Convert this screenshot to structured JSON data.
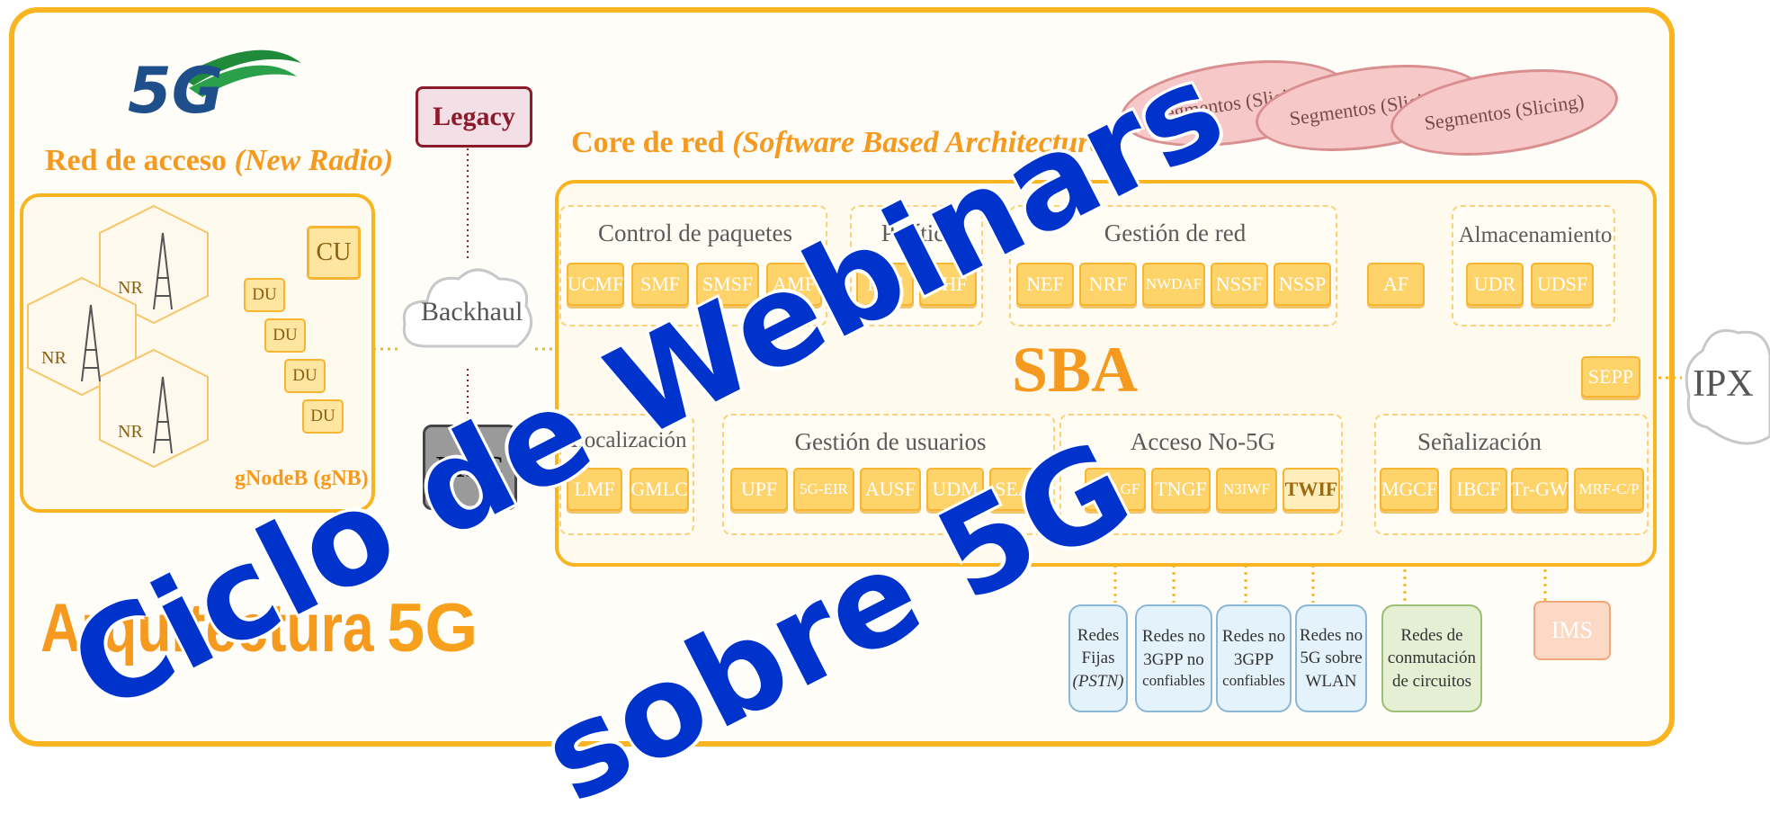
{
  "logo": {
    "text": "5G"
  },
  "access": {
    "title": "Red de acceso",
    "title_italic": "(New Radio)",
    "nr_label": "NR",
    "cu_label": "CU",
    "du_label": "DU",
    "gnodeb_label": "gNodeB (gNB)"
  },
  "legacy": {
    "label": "Legacy"
  },
  "backhaul": {
    "label": "Backhaul"
  },
  "msc": {
    "label": "MSC"
  },
  "core": {
    "title": "Core de red",
    "title_italic": "(Software Based Architecture)",
    "sba_label": "SBA",
    "groups": {
      "control": {
        "title": "Control de paquetes",
        "chips": [
          "UCMF",
          "SMF",
          "SMSF",
          "AMF"
        ]
      },
      "politica": {
        "title": "Política",
        "chips": [
          "PCF",
          "CHF"
        ]
      },
      "gestion_red": {
        "title": "Gestión de red",
        "chips": [
          "NEF",
          "NRF",
          "NWDAF",
          "NSSF",
          "NSSP"
        ]
      },
      "af": {
        "chips": [
          "AF"
        ]
      },
      "almacenamiento": {
        "title": "Almacenamiento",
        "chips": [
          "UDR",
          "UDSF"
        ]
      },
      "localizacion": {
        "title": "Localización",
        "chips": [
          "LMF",
          "GMLC"
        ]
      },
      "usuarios": {
        "title": "Gestión de usuarios",
        "chips": [
          "UPF",
          "5G-EIR",
          "AUSF",
          "UDM",
          "SEAF"
        ]
      },
      "acceso_no5g": {
        "title": "Acceso No-5G",
        "chips": [
          "W-AGF",
          "TNGF",
          "N3IWF",
          "TWIF"
        ]
      },
      "senalizacion": {
        "title": "Señalización",
        "chips": [
          "MGCF",
          "IBCF",
          "Tr-GW",
          "MRF-C/P"
        ]
      }
    },
    "sepp": "SEPP"
  },
  "ipx": {
    "label": "IPX"
  },
  "slicing": {
    "label": "Segmentos (Slicing)"
  },
  "external": {
    "fijas": {
      "line1": "Redes",
      "line2": "Fijas",
      "line3": "(PSTN)"
    },
    "no3gpp_nc": {
      "line1": "Redes no",
      "line2": "3GPP no",
      "line3": "confiables"
    },
    "no3gpp_c": {
      "line1": "Redes no",
      "line2": "3GPP",
      "line3": "confiables"
    },
    "wlan": {
      "line1": "Redes no",
      "line2": "5G sobre",
      "line3": "WLAN"
    },
    "circuitos": {
      "line1": "Redes de",
      "line2": "conmutación",
      "line3": "de circuitos"
    },
    "ims": {
      "label": "IMS"
    }
  },
  "main_title": {
    "word": "Arquitectura",
    "accent": "5G"
  },
  "overlay": {
    "line1": "Ciclo de Webinars",
    "line2": "sobre 5G"
  },
  "colors": {
    "orange": "#f8b421",
    "overlay_blue": "#0033cc",
    "legacy_red": "#8b1a2b"
  }
}
